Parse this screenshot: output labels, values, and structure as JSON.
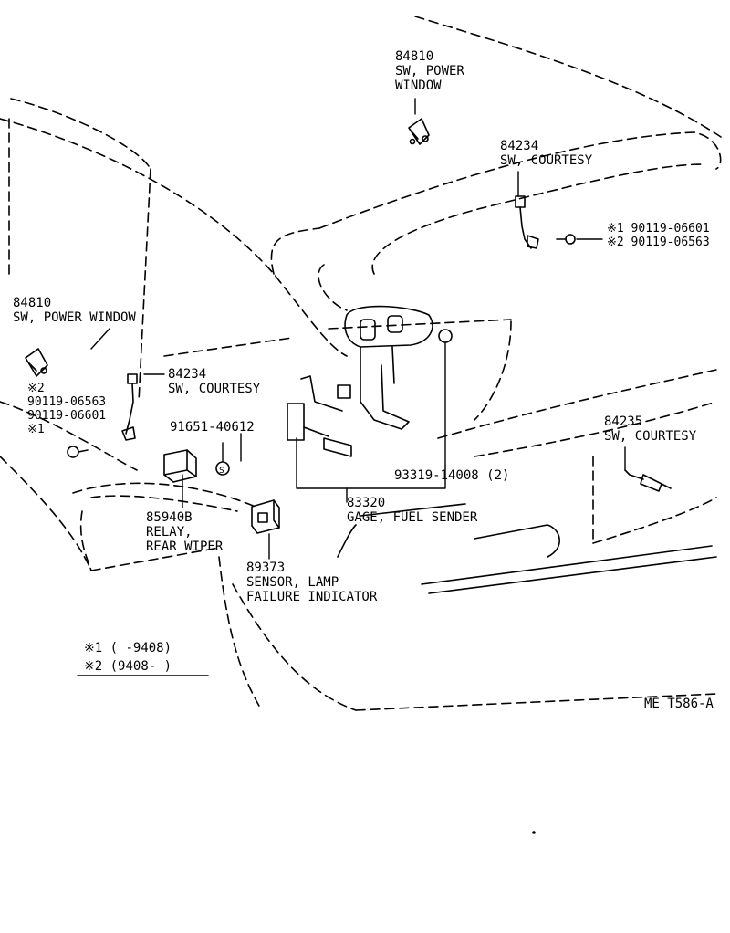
{
  "labels": {
    "pw_top": {
      "num": "84810",
      "l1": "SW, POWER",
      "l2": "WINDOW"
    },
    "courtesy_top": {
      "num": "84234",
      "l1": "SW, COURTESY"
    },
    "bolt_right": {
      "a": "※1 90119-06601",
      "b": "※2 90119-06563"
    },
    "pw_left": {
      "num": "84810",
      "l1": "SW, POWER WINDOW"
    },
    "bolt_left": {
      "a": "※2",
      "b": "90119-06563",
      "c": "90119-06601",
      "d": "※1"
    },
    "courtesy_mid": {
      "num": "84234",
      "l1": "SW, COURTESY"
    },
    "clip_mid": {
      "num": "91651-40612"
    },
    "courtesy_right": {
      "num": "84235",
      "l1": "SW, COURTESY"
    },
    "screw": {
      "num": "93319-14008 (2)"
    },
    "fuel_sender": {
      "num": "83320",
      "l1": "GAGE, FUEL SENDER"
    },
    "relay": {
      "num": "85940B",
      "l1": "RELAY,",
      "l2": "REAR WIPER"
    },
    "sensor": {
      "num": "89373",
      "l1": "SENSOR, LAMP",
      "l2": "FAILURE INDICATOR"
    },
    "legend": {
      "r1_mark": "※1",
      "r1_range": "(      -9408)",
      "r2_mark": "※2",
      "r2_range": "(9408-      )"
    },
    "code": "ME  T586-A"
  },
  "colors": {
    "ink": "#000000",
    "paper": "#ffffff"
  }
}
